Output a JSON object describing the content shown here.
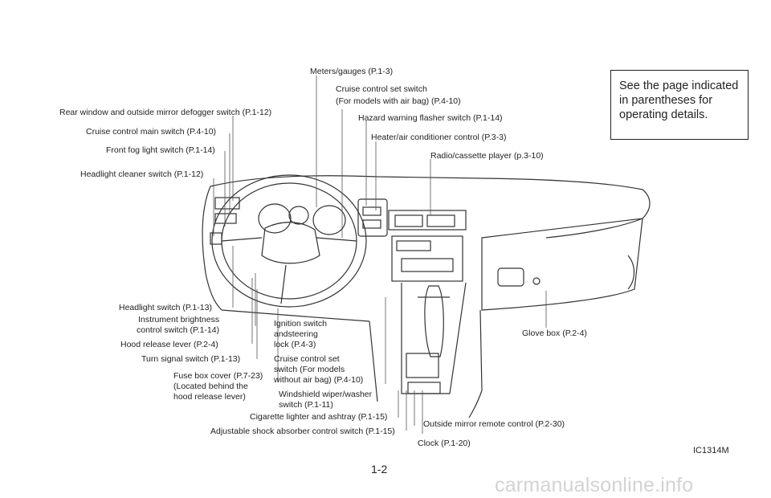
{
  "labels": {
    "meters": "Meters/gauges (P.1-3)",
    "cruise_set": "Cruise control set switch\n(For models with air bag) (P.4-10)",
    "rear_defogger": "Rear window and outside mirror defogger switch (P.1-12)",
    "hazard": "Hazard warning flasher switch (P.1-14)",
    "cruise_main": "Cruise control main switch (P.4-10)",
    "heater": "Heater/air conditioner control (P.3-3)",
    "fog": "Front fog light switch (P.1-14)",
    "radio": "Radio/cassette player (p.3-10)",
    "headlight_cleaner": "Headlight cleaner switch (P.1-12)",
    "headlight": "Headlight switch (P.1-13)",
    "instrument": "Instrument brightness\ncontrol switch (P.1-14)",
    "ignition": "Ignition switch\nandsteering\nlock (P.4-3)",
    "hood": "Hood release lever (P.2-4)",
    "turn": "Turn signal switch (P.1-13)",
    "cruise_noairbag": "Cruise control set\nswitch (For models\nwithout air bag) (P.4-10)",
    "fuse": "Fuse box cover (P.7-23)\n(Located behind the\nhood release lever)",
    "wiper": "Windshield wiper/washer\nswitch (P.1-11)",
    "cigarette": "Cigarette lighter and ashtray (P.1-15)",
    "shock": "Adjustable shock absorber control switch (P.1-15)",
    "glove": "Glove box (P.2-4)",
    "mirror": "Outside mirror remote control (P.2-30)",
    "clock": "Clock (P.1-20)"
  },
  "note": "See the page indicated\nin parentheses for\noperating details.",
  "page_number": "1-2",
  "figure_code": "IC1314M",
  "watermark": "carmanualsonline.info"
}
